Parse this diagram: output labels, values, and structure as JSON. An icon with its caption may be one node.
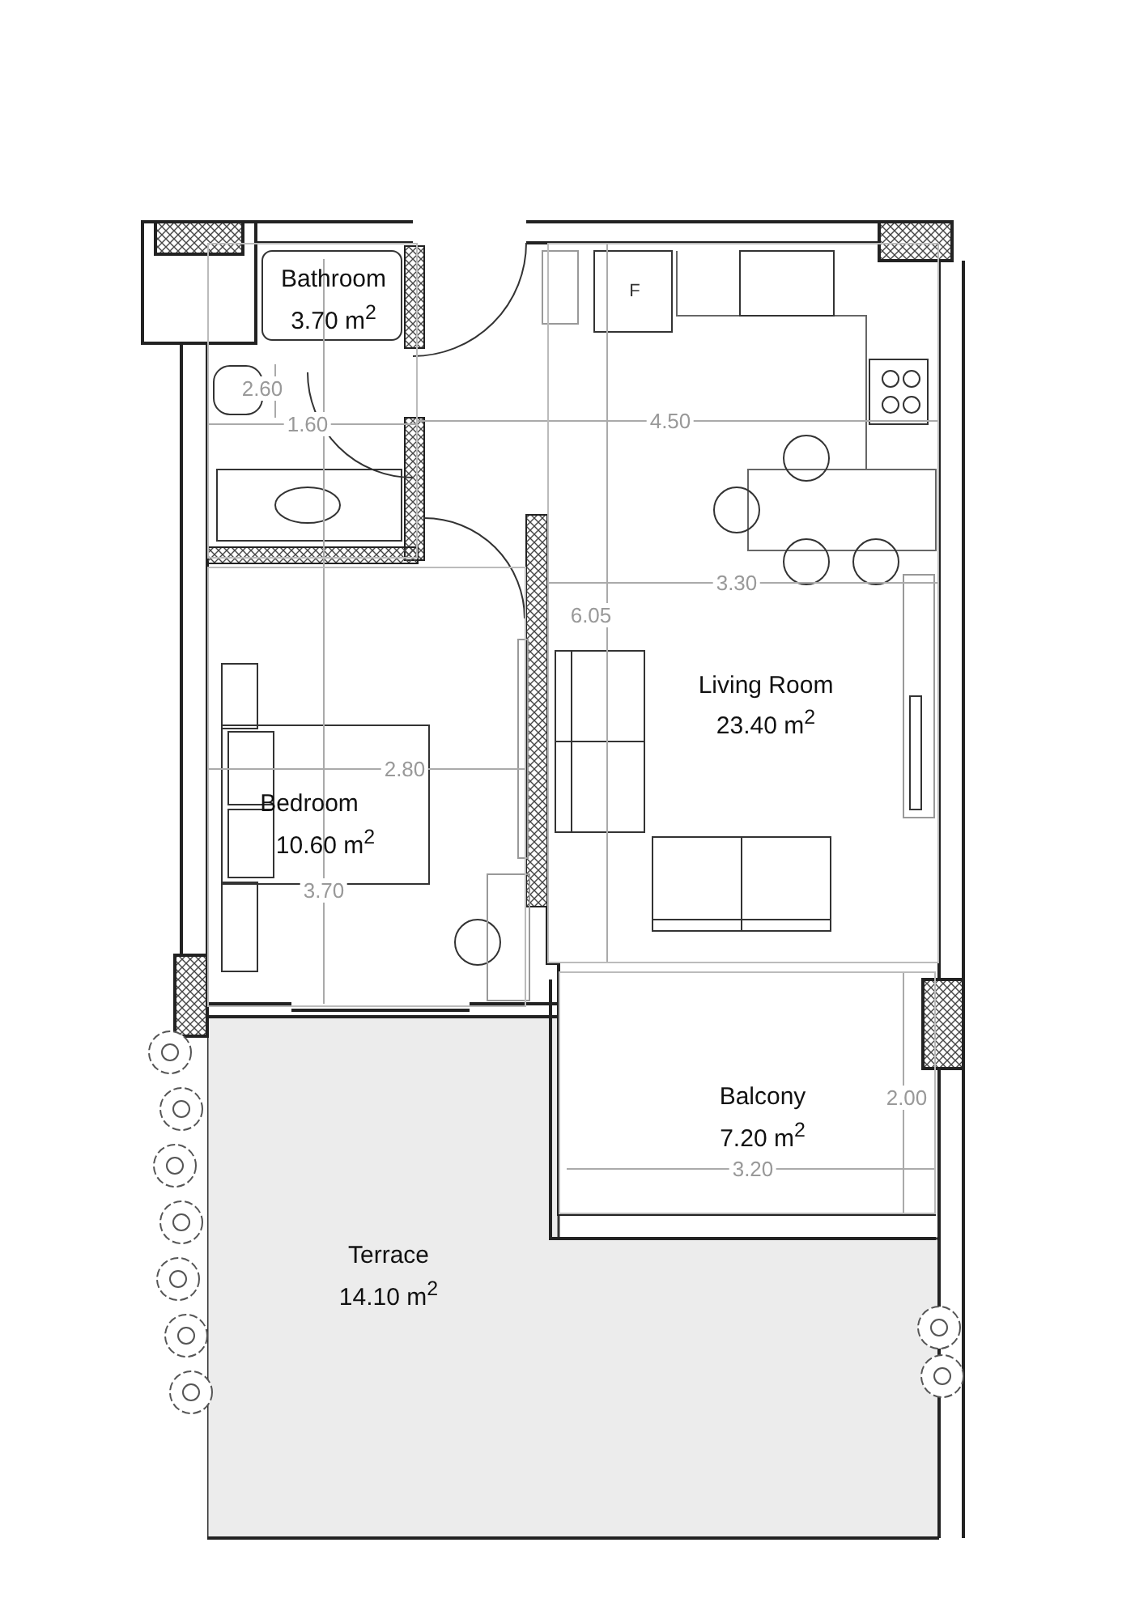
{
  "diagram": {
    "nodes": [
      {
        "text": [
          "Bathroom",
          "3.70 m$^{2}$"
        ]
      },
      {
        "text": [
          "Living Room",
          "23.40 m$^{2}$"
        ]
      },
      {
        "text": [
          "Bedroom",
          "10.60 m$^{2}$"
        ]
      },
      {
        "text": [
          "Balcony",
          "7.20 m$^{2}$"
        ]
      },
      {
        "text": [
          "Terrace",
          "14.10 m$^{2}$"
        ]
      }
    ],
    "edges": [],
    "labels": [
      "F",
      "2.60",
      "1.60",
      "4.50",
      "3.30",
      "6.05",
      "2.80",
      "3.70",
      "2.00",
      "3.20"
    ]
  }
}
